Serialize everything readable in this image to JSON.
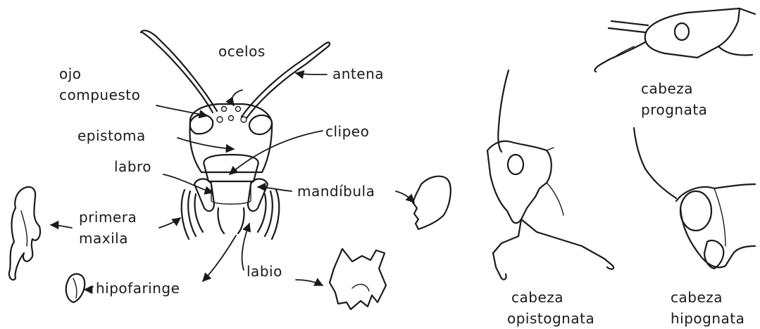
{
  "labels": {
    "ocelos": "ocelos",
    "ojo_line1": "ojo",
    "ojo_line2": "compuesto",
    "antena": "antena",
    "epistoma": "epistoma",
    "clipeo": "clipeo",
    "labro": "labro",
    "mandibula": "mandíbula",
    "primera_line1": "primera",
    "primera_line2": "maxila",
    "labio": "labio",
    "hipofaringe": "hipofaringe",
    "prognata_line1": "cabeza",
    "prognata_line2": "prognata",
    "opistognata_line1": "cabeza",
    "opistognata_line2": "opistognata",
    "hipognata_line1": "cabeza",
    "hipognata_line2": "hipognata"
  }
}
